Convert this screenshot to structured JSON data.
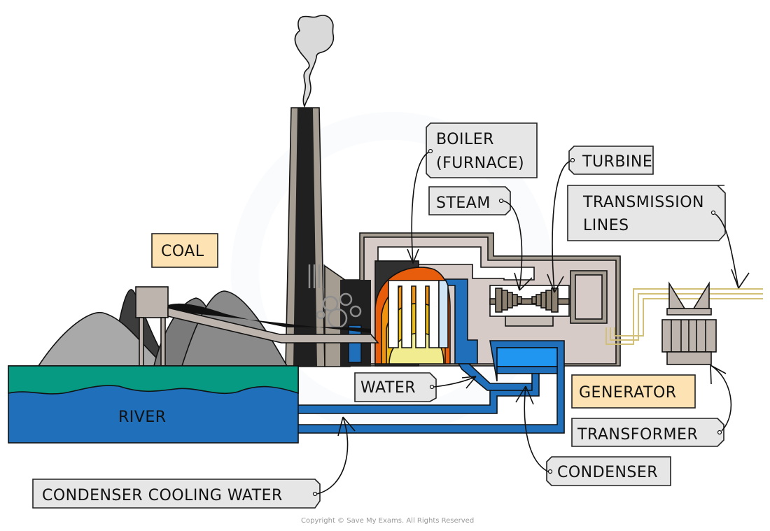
{
  "diagram": {
    "title": "Coal-fired power station",
    "labels": {
      "coal": "COAL",
      "boiler_line1": "BOILER",
      "boiler_line2": "(FURNACE)",
      "turbine": "TURBINE",
      "steam": "STEAM",
      "transmission_line1": "TRANSMISSION",
      "transmission_line2": "LINES",
      "water": "WATER",
      "generator": "GENERATOR",
      "river": "RIVER",
      "transformer": "TRANSFORMER",
      "condenser": "CONDENSER",
      "condenser_cooling_water": "CONDENSER COOLING WATER"
    },
    "copyright": "Copyright © Save My Exams. All Rights Reserved",
    "colors": {
      "river_top": "#069a82",
      "river_water": "#1f6fba",
      "pipe_blue": "#1f6fba",
      "condenser_light": "#2196f0",
      "building": "#d6cbc7",
      "chimney": "#1f201f",
      "chimney_edge": "#a69d92",
      "label_grey": "#e6e6e6",
      "label_yellow": "#fde3b3",
      "furnace_red": "#e85d0c",
      "furnace_orange": "#f0930e",
      "furnace_yellow": "#eebc10",
      "furnace_pale": "#f2ec91",
      "cables": "#d2bf78"
    }
  }
}
